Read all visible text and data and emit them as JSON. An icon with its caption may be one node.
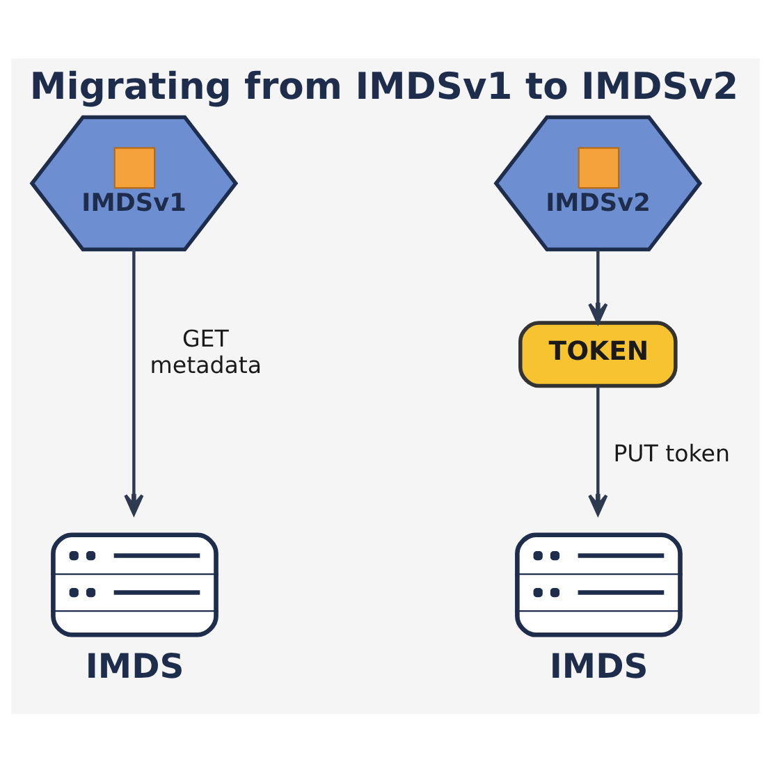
{
  "diagram": {
    "title": "Migrating from IMDSv1 to IMDSv2",
    "nodes": [
      {
        "text": [
          "IMDSv1"
        ]
      },
      {
        "text": [
          "IMDS"
        ]
      },
      {
        "text": [
          "IMDSv2"
        ]
      },
      {
        "text": [
          "TOKEN"
        ]
      },
      {
        "text": [
          "IMDS"
        ]
      }
    ],
    "edges": [
      {
        "from": 0,
        "to": 1,
        "arrow": "to",
        "label": "GET metadata"
      },
      {
        "from": 2,
        "to": 3,
        "arrow": "to"
      },
      {
        "from": 3,
        "to": 4,
        "arrow": "to",
        "label": "PUT token"
      }
    ]
  }
}
